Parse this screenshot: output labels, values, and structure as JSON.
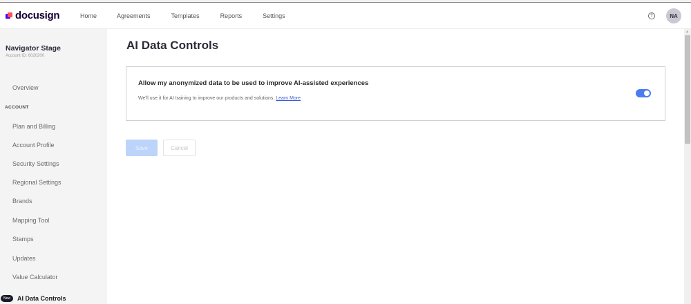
{
  "brand": {
    "name": "docusign",
    "colors": {
      "mark_primary": "#4c00ff",
      "mark_secondary": "#ff5252",
      "accent": "#4a7cf0"
    }
  },
  "header": {
    "nav": [
      "Home",
      "Agreements",
      "Templates",
      "Reports",
      "Settings"
    ],
    "help_icon": "?",
    "avatar_initials": "NA"
  },
  "sidebar": {
    "account_name": "Navigator Stage",
    "account_id": "Account ID: 6020200",
    "overview": "Overview",
    "section_label": "ACCOUNT",
    "items": [
      "Plan and Billing",
      "Account Profile",
      "Security Settings",
      "Regional Settings",
      "Brands",
      "Mapping Tool",
      "Stamps",
      "Updates",
      "Value Calculator"
    ],
    "active_item": {
      "badge": "New",
      "label": "AI Data Controls"
    }
  },
  "main": {
    "title": "AI Data Controls",
    "setting": {
      "title": "Allow my anonymized data to be used to improve AI-assisted experiences",
      "description": "We'll use it for AI training to improve our products and solutions.",
      "link": "Learn More",
      "enabled": true
    },
    "save_label": "Save",
    "cancel_label": "Cancel"
  }
}
